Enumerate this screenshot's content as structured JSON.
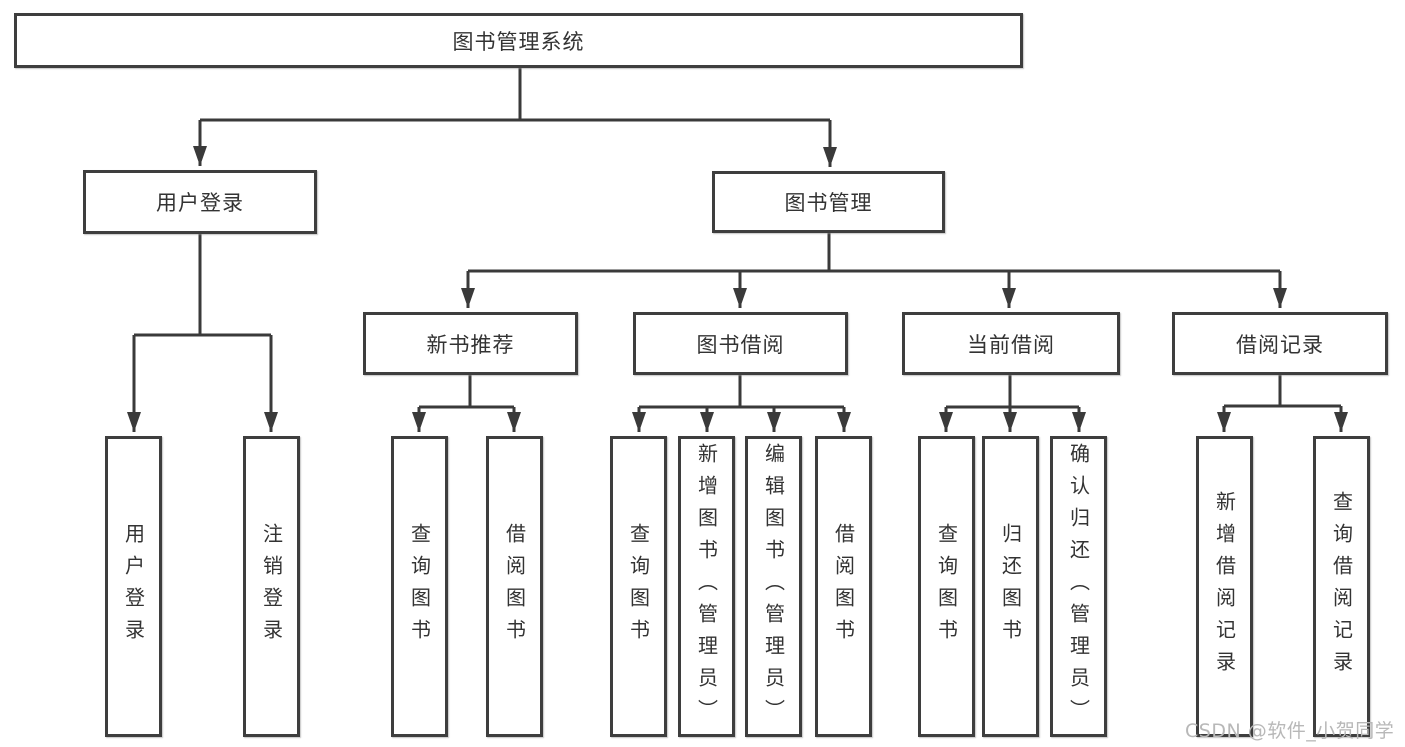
{
  "diagram": {
    "title": "图书管理系统",
    "root": {
      "label": "图书管理系统"
    },
    "branches": [
      {
        "label": "用户登录",
        "children": [
          {
            "label": "用户登录"
          },
          {
            "label": "注销登录"
          }
        ]
      },
      {
        "label": "图书管理",
        "children": [
          {
            "label": "新书推荐",
            "children": [
              {
                "label": "查询图书"
              },
              {
                "label": "借阅图书"
              }
            ]
          },
          {
            "label": "图书借阅",
            "children": [
              {
                "label": "查询图书"
              },
              {
                "label": "新增图书（管理员）"
              },
              {
                "label": "编辑图书（管理员）"
              },
              {
                "label": "借阅图书"
              }
            ]
          },
          {
            "label": "当前借阅",
            "children": [
              {
                "label": "查询图书"
              },
              {
                "label": "归还图书"
              },
              {
                "label": "确认归还（管理员）"
              }
            ]
          },
          {
            "label": "借阅记录",
            "children": [
              {
                "label": "新增借阅记录"
              },
              {
                "label": "查询借阅记录"
              }
            ]
          }
        ]
      }
    ]
  },
  "watermark": {
    "text": "CSDN @软件_小贺同学"
  },
  "colors": {
    "background": "#ffffff",
    "box_border": "#3e3e3e",
    "connector_line": "#3a3a3a",
    "text": "#333333",
    "watermark_text": "#b8b8b8"
  }
}
